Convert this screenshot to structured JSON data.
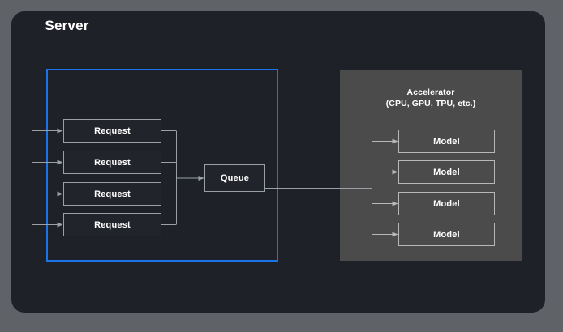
{
  "diagram": {
    "title_implicit": "Inference serving architecture",
    "canvas": {
      "background_color": "#5f6368",
      "panel_color": "#1f2128"
    },
    "server": {
      "label": "Server",
      "border_color": "#1a73e8",
      "requests": [
        {
          "label": "Request"
        },
        {
          "label": "Request"
        },
        {
          "label": "Request"
        },
        {
          "label": "Request"
        }
      ],
      "queue": {
        "label": "Queue"
      }
    },
    "accelerator": {
      "title": "Accelerator",
      "subtitle": "(CPU, GPU, TPU, etc.)",
      "panel_color": "#4b4b4b",
      "models": [
        {
          "label": "Model"
        },
        {
          "label": "Model"
        },
        {
          "label": "Model"
        },
        {
          "label": "Model"
        }
      ]
    },
    "connectors": {
      "inbound_count": 4,
      "requests_to_queue": "bus",
      "queue_to_accelerator": "line",
      "accelerator_fanout": 4,
      "line_color": "#9aa0a6"
    }
  }
}
